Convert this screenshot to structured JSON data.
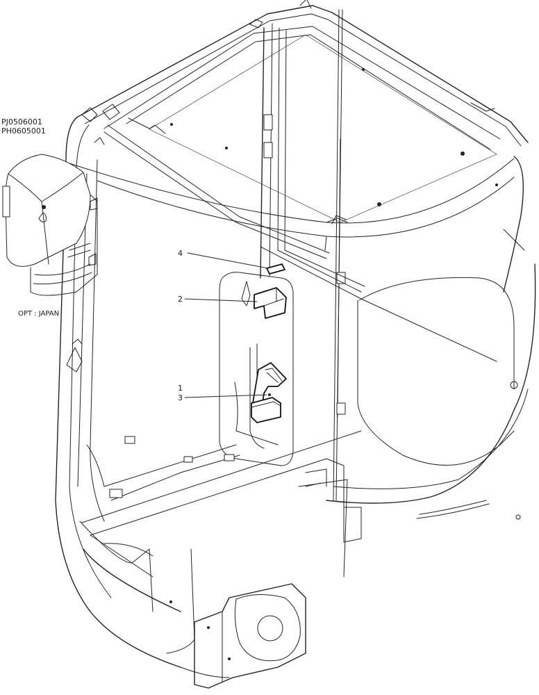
{
  "header": {
    "codes": [
      "PJ0506001",
      "PH0605001"
    ]
  },
  "option_label": "OPT : JAPAN",
  "callouts": [
    {
      "id": "4",
      "text": "4"
    },
    {
      "id": "2",
      "text": "2"
    },
    {
      "id": "1",
      "text": "1"
    },
    {
      "id": "3",
      "text": "3"
    }
  ]
}
